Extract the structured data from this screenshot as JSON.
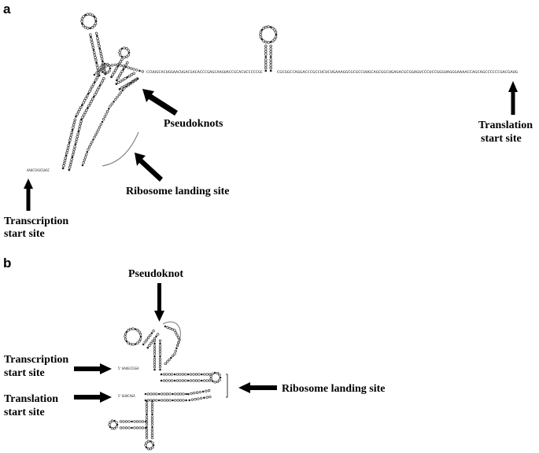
{
  "panel_a": {
    "letter": "a",
    "labels": {
      "pseudoknots": "Pseudoknots",
      "ribosome_landing_site": "Ribosome landing site",
      "transcription_line1": "Transcription",
      "transcription_line2": "start site",
      "translation_line1": "Translation",
      "translation_line2": "start site"
    },
    "sequence_prefix": "AAUCCAGCGAGC",
    "sequence_linker": "CCUUGCACUGGAACUGACGACACCCGAGCAAGUACCGCACUCCCCCGC",
    "sequence_tail": "CGCGGCCAGGACCCGCCUCUCUGAAAGGCGCGCCUUGCAGCGGCUGAGACGCGGAGUCCCUCCGGGUAGGGAAAACCAGCAGCCCCCCGACGAUG"
  },
  "panel_b": {
    "letter": "b",
    "labels": {
      "pseudoknot": "Pseudoknot",
      "transcription_line1": "Transcription",
      "transcription_line2": "start site",
      "translation_line1": "Translation",
      "translation_line2": "start site",
      "ribosome_landing_site": "Ribosome landing site"
    },
    "sequence_5prime": "5'AAUGCCGGA",
    "sequence_translation": "5'GUACAGA"
  }
}
